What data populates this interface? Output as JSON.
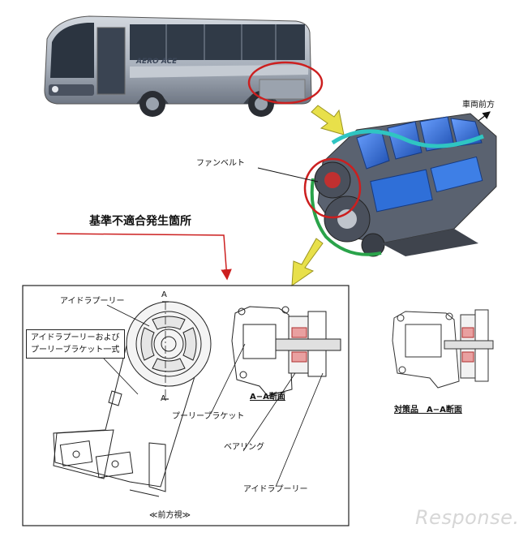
{
  "labels": {
    "front_direction": "車両前方",
    "fan_belt": "ファンベルト",
    "nonconformity_location": "基準不適合発生箇所",
    "idler_pulley_top": "アイドラプーリー",
    "idler_assembly_line1": "アイドラプーリーおよび",
    "idler_assembly_line2": "プーリーブラケット一式",
    "section_mark_top": "A",
    "section_mark_bottom": "A",
    "pulley_bracket": "プーリーブラケット",
    "section_aa": "A−A断面",
    "bearing": "ベアリング",
    "idler_pulley_bottom": "アイドラプーリー",
    "front_view": "≪前方視≫",
    "countermeasure_section": "対策品　A−A断面"
  },
  "bus_logo": "AERO ACE",
  "watermark": "Response.",
  "colors": {
    "highlight_red": "#cc1f1f",
    "callout_arrow": "#e8e04a",
    "engine_blue": "#2f6fd8",
    "bus_body": "#aab2bd"
  }
}
